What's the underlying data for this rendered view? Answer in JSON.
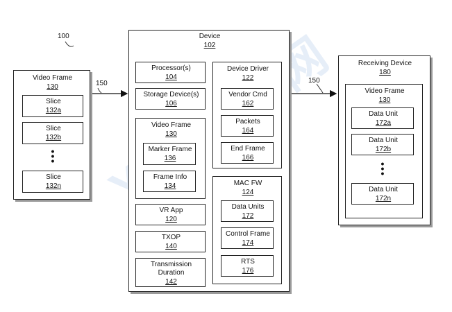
{
  "ref_100": "100",
  "video_frame_left": {
    "title": "Video Frame",
    "num": "130",
    "slices": [
      {
        "label": "Slice",
        "num": "132a"
      },
      {
        "label": "Slice",
        "num": "132b"
      },
      {
        "label": "Slice",
        "num": "132n"
      }
    ]
  },
  "arrow_label": "150",
  "device": {
    "title": "Device",
    "num": "102",
    "processor": {
      "label": "Processor(s)",
      "num": "104"
    },
    "storage": {
      "label": "Storage Device(s)",
      "num": "106"
    },
    "video_frame": {
      "label": "Video Frame",
      "num": "130",
      "marker_frame": {
        "label": "Marker Frame",
        "num": "136"
      },
      "frame_info": {
        "label": "Frame Info",
        "num": "134"
      }
    },
    "vr_app": {
      "label": "VR App",
      "num": "120"
    },
    "txop": {
      "label": "TXOP",
      "num": "140"
    },
    "transmission": {
      "label1": "Transmission",
      "label2": "Duration",
      "num": "142"
    },
    "device_driver": {
      "label": "Device Driver",
      "num": "122",
      "vendor_cmd": {
        "label": "Vendor Cmd",
        "num": "162"
      },
      "packets": {
        "label": "Packets",
        "num": "164"
      },
      "end_frame": {
        "label": "End Frame",
        "num": "166"
      }
    },
    "mac_fw": {
      "label": "MAC FW",
      "num": "124",
      "data_units": {
        "label": "Data Units",
        "num": "172"
      },
      "control_frame": {
        "label": "Control Frame",
        "num": "174"
      },
      "rts": {
        "label": "RTS",
        "num": "176"
      }
    }
  },
  "receiving": {
    "title": "Receiving Device",
    "num": "180",
    "video_frame": {
      "label": "Video Frame",
      "num": "130"
    },
    "units": [
      {
        "label": "Data Unit",
        "num": "172a"
      },
      {
        "label": "Data Unit",
        "num": "172b"
      },
      {
        "label": "Data Unit",
        "num": "172n"
      }
    ]
  },
  "watermark": "YI 映 专 网"
}
